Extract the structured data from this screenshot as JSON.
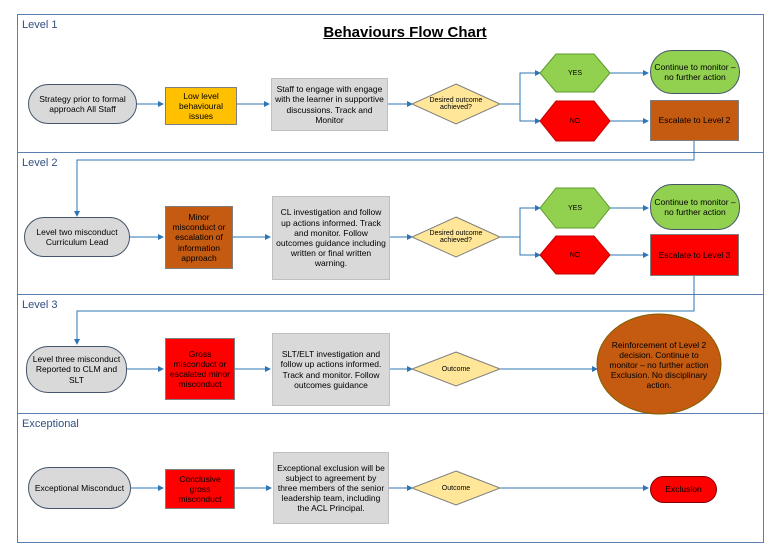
{
  "title": "Behaviours Flow Chart",
  "colors": {
    "lane_border": "#5b7fb0",
    "arrow": "#2e75b6",
    "grey": "#d9d9d9",
    "amber": "#ffc000",
    "brown": "#c55a11",
    "red": "#ff0000",
    "green": "#92d050",
    "diamond": "#ffe699"
  },
  "lanes": [
    {
      "label": "Level 1",
      "start": "Strategy prior to formal approach All Staff",
      "trigger": "Low level behavioural issues",
      "process": "Staff to engage with engage with the learner in supportive discussions. Track and Monitor",
      "decision": "Desired outcome achieved?",
      "yes": "YES",
      "no": "NO",
      "yes_result": "Continue to monitor – no further action",
      "no_result": "Escalate to Level 2"
    },
    {
      "label": "Level 2",
      "start": "Level two misconduct Curriculum Lead",
      "trigger": "Minor misconduct or escalation of information approach",
      "process": "CL investigation and follow up actions informed. Track and monitor. Follow outcomes guidance including written or final written warning.",
      "decision": "Desired outcome achieved?",
      "yes": "YES",
      "no": "NO",
      "yes_result": "Continue to monitor – no further action",
      "no_result": "Escalate to Level 3"
    },
    {
      "label": "Level 3",
      "start": "Level three misconduct Reported to CLM and SLT",
      "trigger": "Gross misconduct or escalated minor misconduct",
      "process": "SLT/ELT investigation and follow up actions informed. Track and monitor. Follow outcomes guidance",
      "decision": "Outcome",
      "result": "Reinforcement of Level 2 decision. Continue to monitor – no further action Exclusion. No disciplinary action."
    },
    {
      "label": "Exceptional",
      "start": "Exceptional Misconduct",
      "trigger": "Conclusive gross misconduct",
      "process": "Exceptional exclusion will be subject to agreement by three members of the senior leadership team, including the ACL Principal.",
      "decision": "Outcome",
      "result": "Exclusion"
    }
  ]
}
